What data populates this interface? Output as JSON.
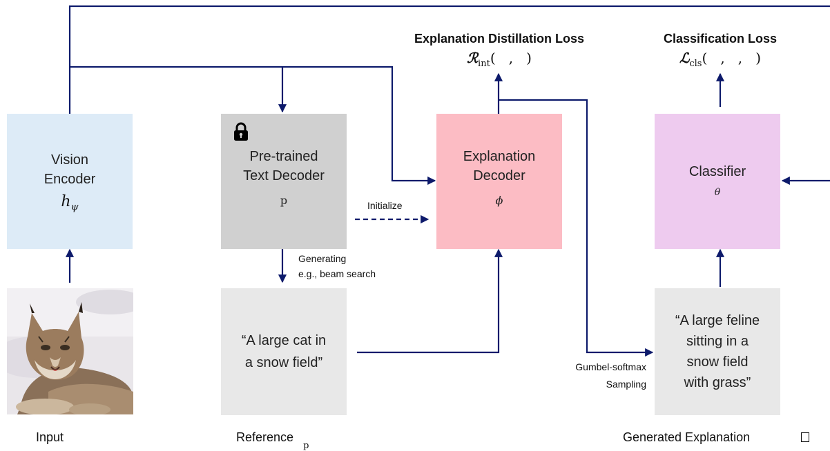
{
  "colors": {
    "arrow": "#0d1a6b",
    "vision_encoder_fill": "#ddebf7",
    "text_decoder_fill": "#d0d0d0",
    "explanation_decoder_fill": "#fcbcc4",
    "classifier_fill": "#eecbef",
    "text_box_fill": "#e8e8e8"
  },
  "nodes": {
    "vision_encoder": {
      "line1": "Vision",
      "line2": "Encoder",
      "symbol": "h",
      "symbol_sub": "ψ"
    },
    "text_decoder": {
      "line1": "Pre-trained",
      "line2": "Text Decoder",
      "symbol": "p",
      "icon": "lock-icon"
    },
    "explanation_decoder": {
      "line1": "Explanation",
      "line2": "Decoder",
      "symbol": "ϕ"
    },
    "classifier": {
      "line1": "Classifier",
      "symbol": "θ"
    },
    "reference_text": {
      "line1": "“A large cat in",
      "line2": "a snow field”"
    },
    "generated_text": {
      "line1": "“A large feline",
      "line2": "sitting in a",
      "line3": "snow field",
      "line4": "with grass”"
    }
  },
  "edge_labels": {
    "initialize": "Initialize",
    "generating": "Generating",
    "beam_search": "e.g., beam search",
    "gumbel": "Gumbel-softmax",
    "sampling": "Sampling"
  },
  "losses": {
    "distillation_title": "Explanation Distillation Loss",
    "distillation_symbol": "ℛ",
    "distillation_sub": "int",
    "distillation_args": "(   ,   )",
    "classification_title": "Classification Loss",
    "classification_symbol": "ℒ",
    "classification_sub": "cls",
    "classification_args": "(   ,   ,   )"
  },
  "captions": {
    "input": "Input",
    "reference": "Reference",
    "reference_sub": "p",
    "generated": "Generated Explanation",
    "generated_icon": "missing-glyph-icon"
  },
  "image": {
    "subject": "lynx-in-snow-photo"
  }
}
